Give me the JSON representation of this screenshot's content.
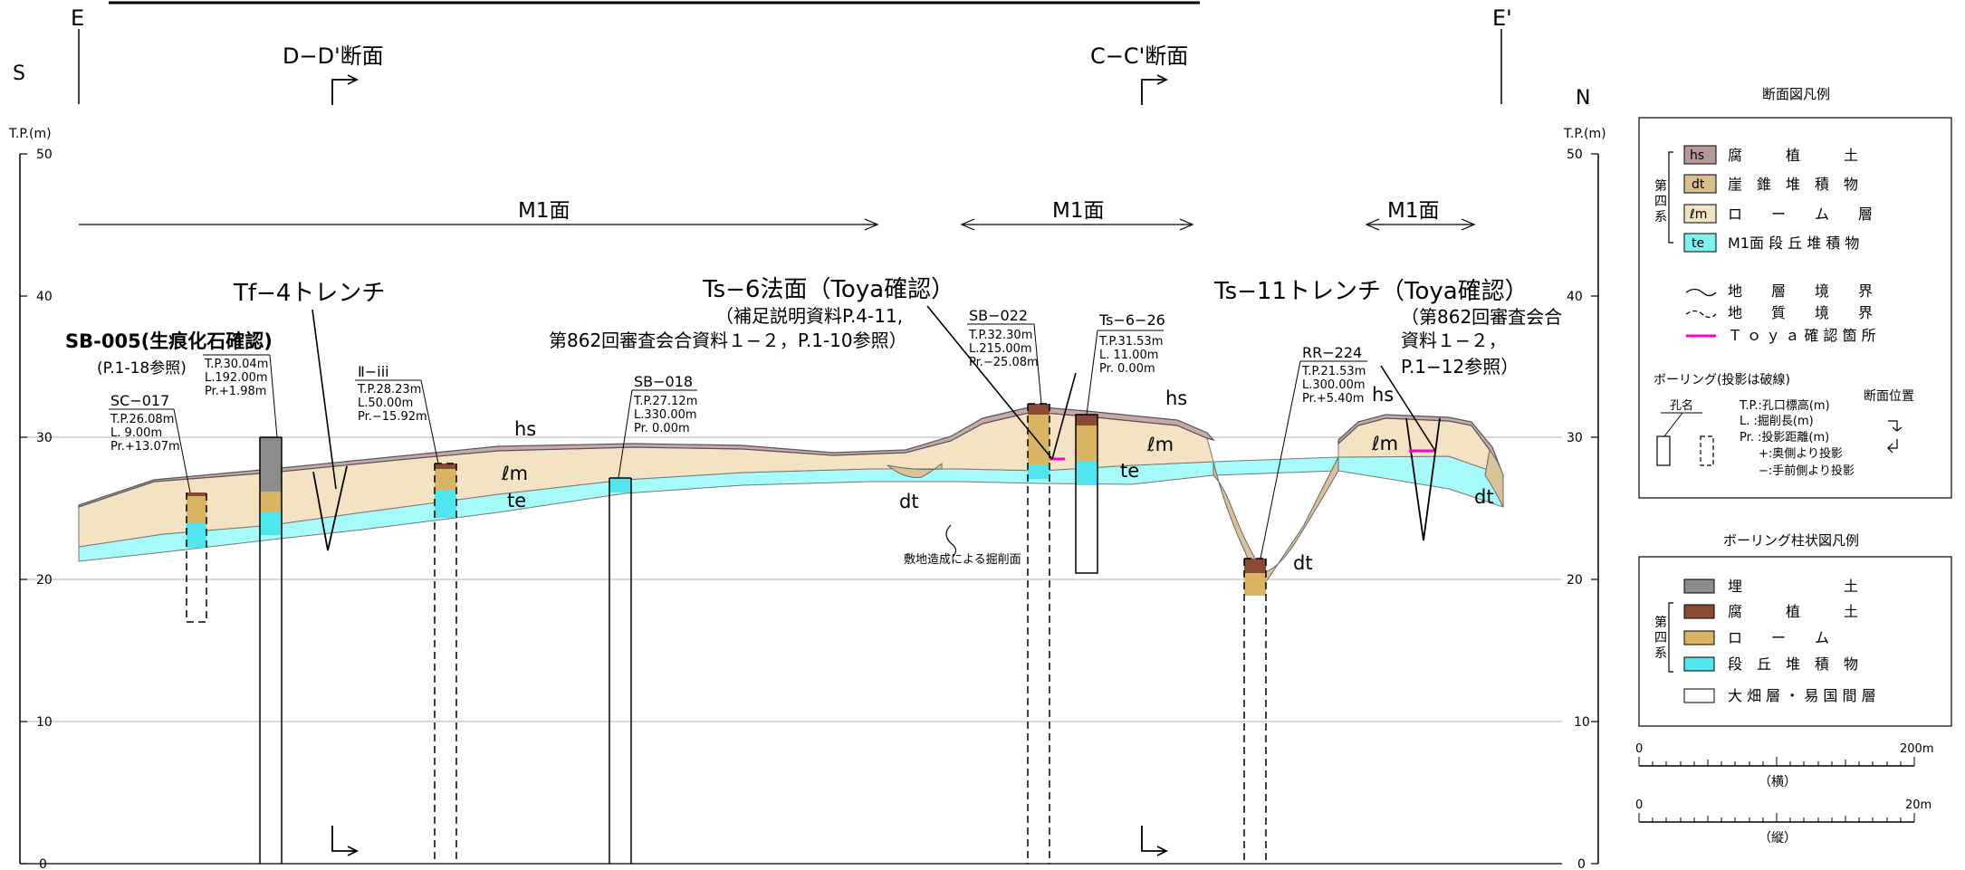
{
  "labels": {
    "E_left": "E",
    "E_right": "E'",
    "S": "S",
    "N": "N",
    "dd_section": "D−D'断面",
    "cc_section": "C−C'断面",
    "tp_left": "T.P.(m)",
    "tp_right": "T.P.(m)"
  },
  "axis": {
    "ticks": [
      "0",
      "10",
      "20",
      "30",
      "40",
      "50"
    ]
  },
  "surfaces": {
    "m1_a": "M1面",
    "m1_b": "M1面",
    "m1_c": "M1面"
  },
  "callouts": {
    "sb005_title": "SB-005(生痕化石確認)",
    "sb005_ref": "(P.1-18参照)",
    "tf4": "Tf−4トレンチ",
    "ts6_title": "Ts−6法面（Toya確認）",
    "ts6_sub1": "（補足説明資料P.4-11,",
    "ts6_sub2": "第862回審査会合資料１−２，P.1-10参照）",
    "ts11_title": "Ts−11トレンチ（Toya確認）",
    "ts11_sub1": "（第862回審査会合",
    "ts11_sub2": "資料１−２，",
    "ts11_sub3": "P.1−12参照）",
    "excavation": "敷地造成による掘削面"
  },
  "boreholes": {
    "sc017": {
      "name": "SC−017",
      "tp": "T.P.26.08m",
      "l": "L.   9.00m",
      "pr": "Pr.+13.07m"
    },
    "sb005": {
      "tp": "T.P.30.04m",
      "l": "L.192.00m",
      "pr": "Pr.+1.98m"
    },
    "iiii": {
      "name": "Ⅱ−iii",
      "tp": "T.P.28.23m",
      "l": "L.50.00m",
      "pr": "Pr.−15.92m"
    },
    "sb018": {
      "name": "SB−018",
      "tp": "T.P.27.12m",
      "l": "L.330.00m",
      "pr": "Pr.  0.00m"
    },
    "sb022": {
      "name": "SB−022",
      "tp": "T.P.32.30m",
      "l": "L.215.00m",
      "pr": "Pr.−25.08m"
    },
    "ts626": {
      "name": "Ts−6−26",
      "tp": "T.P.31.53m",
      "l": "L.  11.00m",
      "pr": "Pr.  0.00m"
    },
    "rr224": {
      "name": "RR−224",
      "tp": "T.P.21.53m",
      "l": "L.300.00m",
      "pr": "Pr.+5.40m"
    }
  },
  "geo_labels": {
    "hs1": "hs",
    "lm1": "ℓm",
    "te1": "te",
    "dt1": "dt",
    "hs2": "hs",
    "lm2": "ℓm",
    "te2": "te",
    "dt2": "dt",
    "hs3": "hs",
    "lm3": "ℓm",
    "dt3": "dt"
  },
  "legend_section": {
    "title": "断面図凡例",
    "group": "第四系",
    "rows": [
      {
        "code": "hs",
        "text": "腐　　　植　　　土",
        "color": "#b59a9a"
      },
      {
        "code": "dt",
        "text": "崖　錐　堆　積　物",
        "color": "#d8bf8c"
      },
      {
        "code": "ℓm",
        "text": "ロ　　ー　　ム　　層",
        "color": "#f2e3c2"
      },
      {
        "code": "te",
        "text": "M1面 段 丘 堆 積 物",
        "color": "#7ff3f3"
      }
    ],
    "boundary1": "地　　層　　境　　界",
    "boundary2": "地　　質　　境　　界",
    "toya": "Ｔ ｏ ｙ ａ 確 認 箇 所",
    "toya_color": "#ff00cc",
    "boring_title": "ボーリング(投影は破線)",
    "hole_name": "孔名",
    "pos_title": "断面位置",
    "notes": [
      "T.P.:孔口標高(m)",
      "L. :掘削長(m)",
      "Pr. :投影距離(m)",
      "+:奥側より投影",
      "−:手前側より投影"
    ]
  },
  "legend_boring": {
    "title": "ボーリング柱状図凡例",
    "group": "第四系",
    "rows": [
      {
        "text": "埋　　　　　　　土",
        "color": "#8c8c8c"
      },
      {
        "text": "腐　　　植　　　土",
        "color": "#8b4a36"
      },
      {
        "text": "ロ　　ー　　ム",
        "color": "#d8b463"
      },
      {
        "text": "段　丘　堆　積　物",
        "color": "#4fe6f0"
      },
      {
        "text": "大 畑 層 ・ 易 国 間 層",
        "color": "#ffffff"
      }
    ]
  },
  "scales": {
    "h_left": "0",
    "h_right": "200m",
    "h_caption": "（横）",
    "v_left": "0",
    "v_right": "20m",
    "v_caption": "（縦）"
  }
}
